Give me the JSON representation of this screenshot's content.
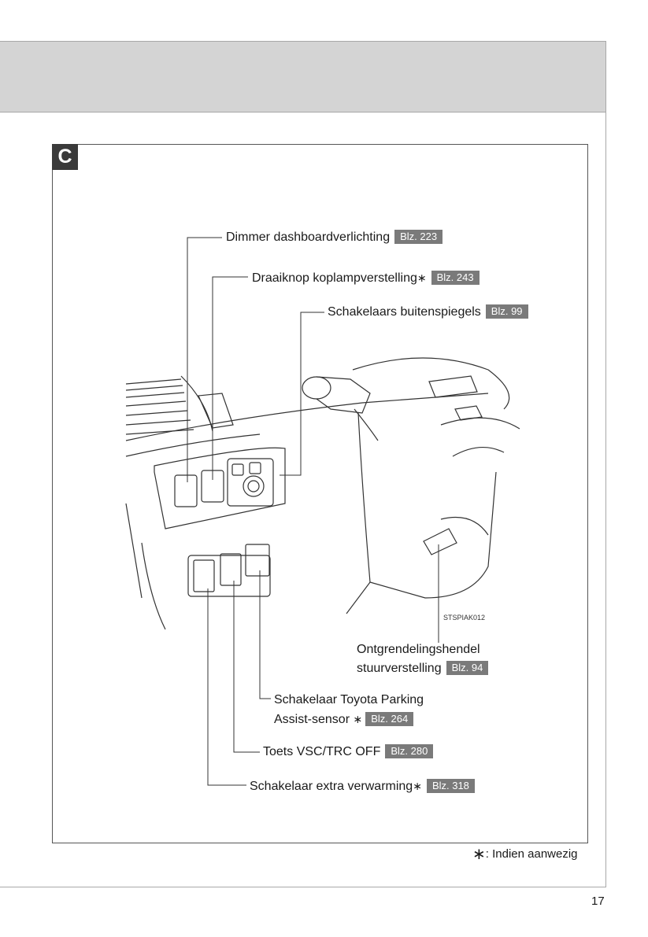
{
  "section": {
    "letter": "C"
  },
  "callouts": [
    {
      "label": "Dimmer dashboardverlichting",
      "star": "",
      "ref": "Blz. 223"
    },
    {
      "label": "Draaiknop koplampverstelling",
      "star": "∗",
      "ref": "Blz. 243"
    },
    {
      "label": "Schakelaars buitenspiegels",
      "star": "",
      "ref": "Blz. 99"
    },
    {
      "label_line1": "Ontgrendelingshendel",
      "label_line2": "stuurverstelling",
      "ref": "Blz. 94"
    },
    {
      "label_line1": "Schakelaar Toyota Parking",
      "label_line2": "Assist-sensor",
      "star": "∗",
      "ref": "Blz. 264"
    },
    {
      "label": "Toets VSC/TRC OFF",
      "star": "",
      "ref": "Blz. 280"
    },
    {
      "label": "Schakelaar extra verwarming",
      "star": "∗",
      "ref": "Blz. 318"
    }
  ],
  "figure_code": "STSPIAK012",
  "footnote": {
    "symbol": "∗",
    "text": ": Indien aanwezig"
  },
  "page_number": "17",
  "colors": {
    "header_band": "#d4d4d4",
    "ref_badge": "#7a7a7a",
    "section_badge": "#3a3a3a"
  }
}
